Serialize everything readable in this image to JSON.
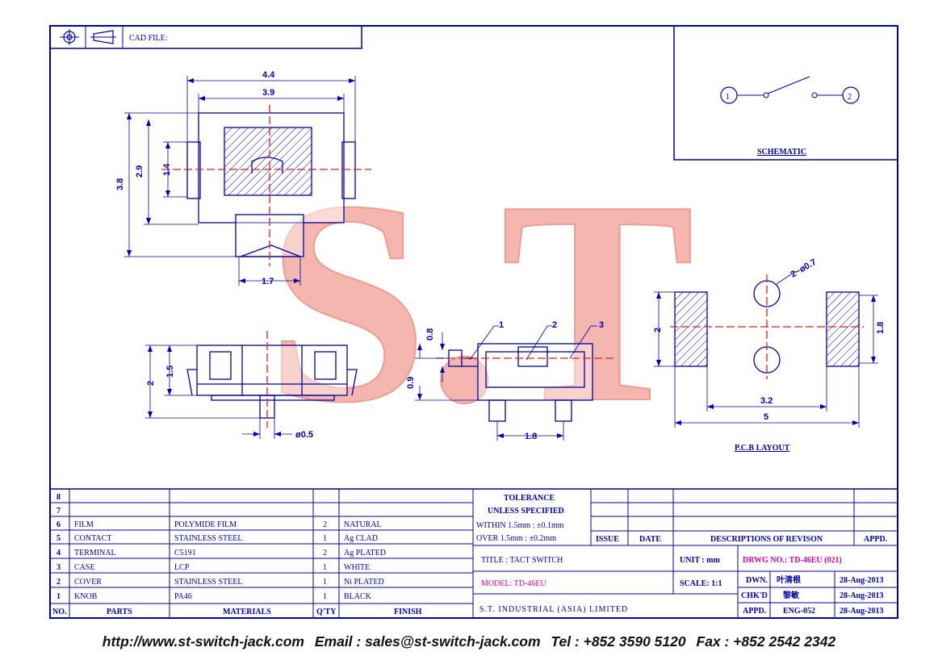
{
  "header": {
    "cad_file_label": "CAD FILE:"
  },
  "watermark": {
    "text": "S.T"
  },
  "dimensions": {
    "top_view": {
      "width_outer": "4.4",
      "width_inner": "3.9",
      "height_total": "3.8",
      "height_body": "2.9",
      "height_knob": "1.4",
      "knob_width": "1.7"
    },
    "side_view": {
      "height_total": "2",
      "height_body": "1.5",
      "pin_dia": "ø0.5"
    },
    "front_view": {
      "knob_height": "0.8",
      "knob_offset": "0.9",
      "pin_pitch": "1.8"
    },
    "pcb": {
      "hole_dia": "2−ø0.7",
      "pad_height_left": "2",
      "pad_height_right": "1.8",
      "hole_pitch": "3.2",
      "outer_width": "5"
    }
  },
  "balloons": [
    "1",
    "2",
    "3"
  ],
  "schematic": {
    "label": "SCHEMATIC",
    "pin1": "1",
    "pin2": "2"
  },
  "pcb_layout": {
    "label": "P.C.B LAYOUT"
  },
  "bom": {
    "headers": {
      "no": "NO.",
      "parts": "PARTS",
      "materials": "MATERIALS",
      "qty": "Q'TY",
      "finish": "FINISH"
    },
    "rows": [
      {
        "no": "8",
        "part": "",
        "material": "",
        "qty": "",
        "finish": ""
      },
      {
        "no": "7",
        "part": "",
        "material": "",
        "qty": "",
        "finish": ""
      },
      {
        "no": "6",
        "part": "FILM",
        "material": "POLYMIDE FILM",
        "qty": "2",
        "finish": "NATURAL"
      },
      {
        "no": "5",
        "part": "CONTACT",
        "material": "STAINLESS STEEL",
        "qty": "1",
        "finish": "Ag CLAD"
      },
      {
        "no": "4",
        "part": "TERMINAL",
        "material": "C5191",
        "qty": "2",
        "finish": "Ag PLATED"
      },
      {
        "no": "3",
        "part": "CASE",
        "material": "LCP",
        "qty": "1",
        "finish": "WHITE"
      },
      {
        "no": "2",
        "part": "COVER",
        "material": "STAINLESS STEEL",
        "qty": "1",
        "finish": "Ni PLATED"
      },
      {
        "no": "1",
        "part": "KNOB",
        "material": "PA46",
        "qty": "1",
        "finish": "BLACK"
      }
    ]
  },
  "tolerance": {
    "line1": "TOLERANCE",
    "line2": "UNLESS    SPECIFIED",
    "within": "WITHIN  1.5mm : ±0.1mm",
    "over": "OVER    1.5mm : ±0.2mm"
  },
  "revision": {
    "issue": "ISSUE",
    "date": "DATE",
    "desc": "DESCRIPTIONS  OF  REVISON",
    "appd": "APPD."
  },
  "title_block": {
    "title": "TITLE : TACT SWITCH",
    "unit": "UNIT :   mm",
    "drwg_no": "DRWG NO.: TD-46EU (021)",
    "model": "MODEL: TD-46EU",
    "scale": "SCALE:  1:1",
    "company": "S.T.  INDUSTRIAL  (ASIA)  LIMITED",
    "dwn_label": "DWN.",
    "dwn_name": "叶清根",
    "dwn_date": "28-Aug-2013",
    "chkd_label": "CHK'D",
    "chkd_name": "黎敏",
    "chkd_date": "28-Aug-2013",
    "appd_label": "APPD.",
    "appd_name": "ENG-052",
    "appd_date": "28-Aug-2013"
  },
  "footer": {
    "website": "http://www.st-switch-jack.com",
    "email": "Email : sales@st-switch-jack.com",
    "tel": "Tel : +852 3590 5120",
    "fax": "Fax : +852 2542 2342"
  },
  "colors": {
    "line": "#0000aa",
    "watermark": "#f2a49a",
    "magenta": "#e000a0",
    "centerline": "#e02020"
  }
}
